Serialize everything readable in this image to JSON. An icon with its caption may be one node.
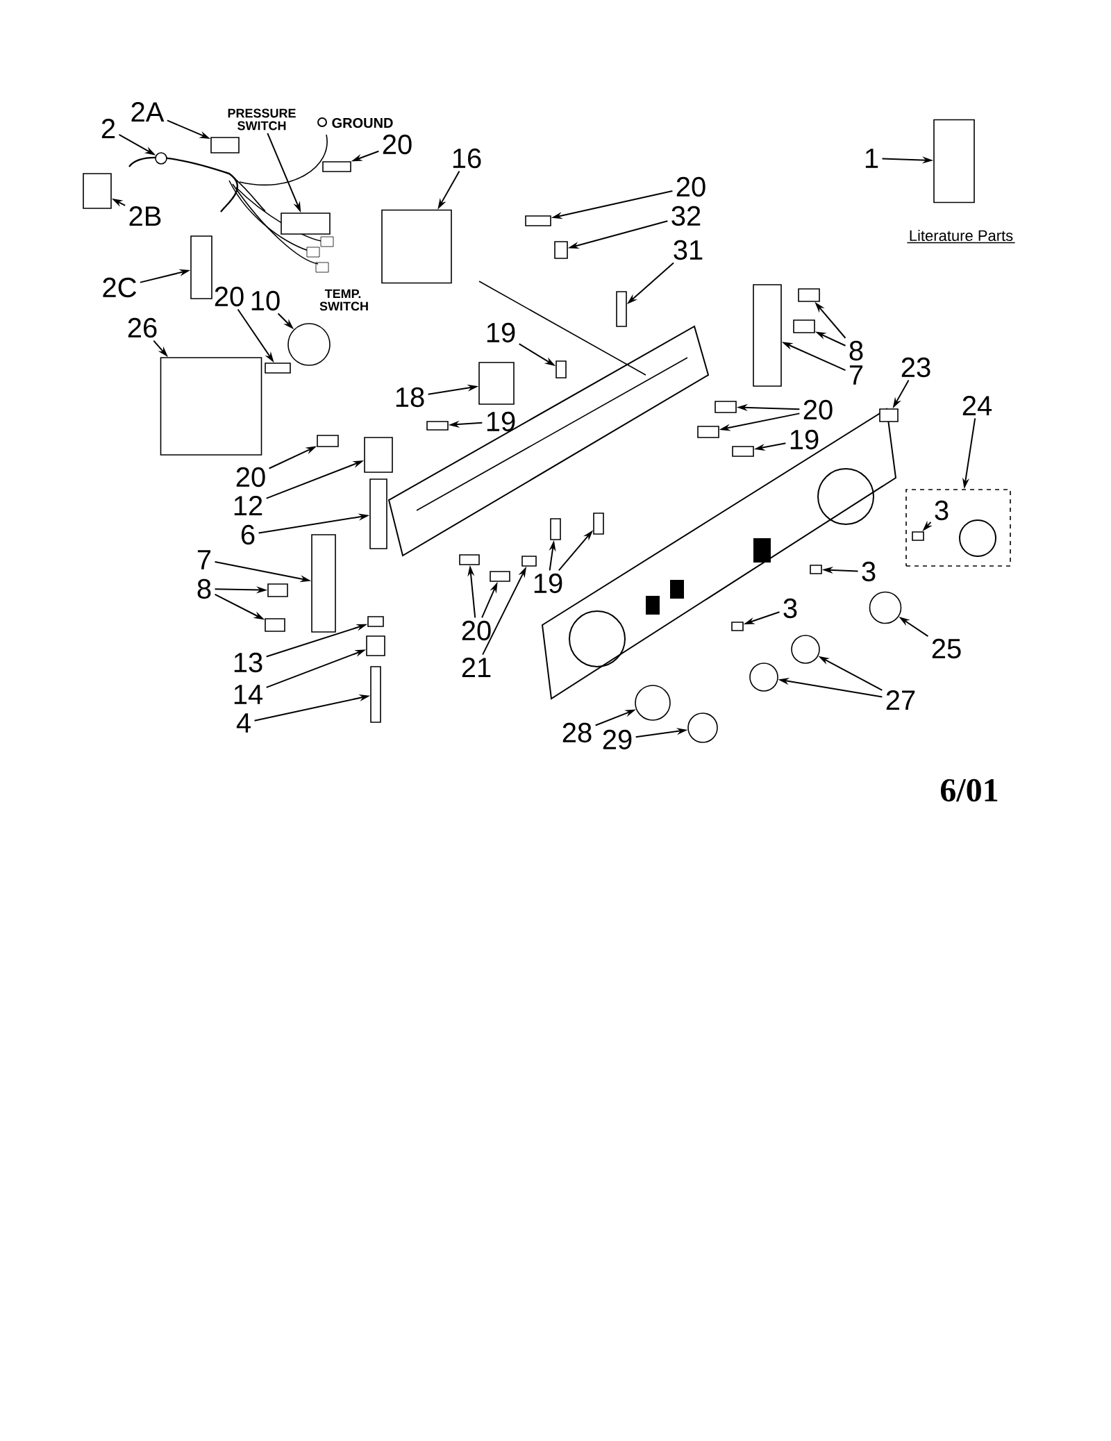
{
  "diagram": {
    "nodes": [
      {
        "text": [
          "2A"
        ]
      },
      {
        "text": [
          "2"
        ]
      },
      {
        "text": [
          "PRESSURE SWITCH"
        ]
      },
      {
        "text": [
          "20"
        ]
      },
      {
        "text": [
          "16"
        ]
      },
      {
        "text": [
          "1"
        ]
      },
      {
        "text": [
          "2B"
        ]
      },
      {
        "text": [
          "2C"
        ]
      },
      {
        "text": [
          "20"
        ]
      },
      {
        "text": [
          "32"
        ]
      },
      {
        "text": [
          "31"
        ]
      },
      {
        "text": [
          "20"
        ]
      },
      {
        "text": [
          "10"
        ]
      },
      {
        "text": [
          "26"
        ]
      },
      {
        "text": [
          "8"
        ]
      },
      {
        "text": [
          "7"
        ]
      },
      {
        "text": [
          "23"
        ]
      },
      {
        "text": [
          "24"
        ]
      },
      {
        "text": [
          "19"
        ]
      },
      {
        "text": [
          "18"
        ]
      },
      {
        "text": [
          "19"
        ]
      },
      {
        "text": [
          "20"
        ]
      },
      {
        "text": [
          "19"
        ]
      },
      {
        "text": [
          "20"
        ]
      },
      {
        "text": [
          "12"
        ]
      },
      {
        "text": [
          "6"
        ]
      },
      {
        "text": [
          "7"
        ]
      },
      {
        "text": [
          "8"
        ]
      },
      {
        "text": [
          "3"
        ],
        "in": 59
      },
      {
        "text": [
          "3"
        ]
      },
      {
        "text": [
          "3"
        ]
      },
      {
        "text": [
          "25"
        ]
      },
      {
        "text": [
          "13"
        ]
      },
      {
        "text": [
          "14"
        ]
      },
      {
        "text": [
          "4"
        ]
      },
      {
        "text": [
          "20"
        ]
      },
      {
        "text": [
          "21"
        ]
      },
      {
        "text": [
          "19"
        ]
      },
      {
        "text": [
          "27"
        ]
      },
      {
        "text": [
          "28"
        ]
      },
      {
        "text": [
          "29"
        ]
      },
      {
        "text": [],
        "shape": "box"
      },
      {
        "text": [],
        "shape": "circle"
      },
      {
        "text": [],
        "shape": "box"
      },
      {
        "text": [],
        "shape": "box"
      },
      {
        "text": [],
        "shape": "box"
      },
      {
        "text": [],
        "shape": "box"
      },
      {
        "text": [],
        "shape": "box"
      },
      {
        "text": [],
        "shape": "box"
      },
      {
        "text": [],
        "shape": "box"
      },
      {
        "text": [],
        "shape": "box"
      },
      {
        "text": [],
        "shape": "box"
      },
      {
        "text": [],
        "shape": "box"
      },
      {
        "text": [],
        "shape": "circle"
      },
      {
        "text": [],
        "shape": "box"
      },
      {
        "text": [],
        "shape": "box"
      },
      {
        "text": [],
        "shape": "box"
      },
      {
        "text": [],
        "shape": "box"
      },
      {
        "text": [],
        "shape": "box"
      },
      {
        "text": [],
        "shape": "box"
      },
      {
        "text": [],
        "shape": "box"
      },
      {
        "text": [],
        "shape": "box"
      },
      {
        "text": [],
        "shape": "box"
      },
      {
        "text": [],
        "shape": "box"
      },
      {
        "text": [],
        "shape": "box"
      },
      {
        "text": [],
        "shape": "box"
      },
      {
        "text": [],
        "shape": "box"
      },
      {
        "text": [],
        "shape": "box"
      },
      {
        "text": [],
        "shape": "box"
      },
      {
        "text": [],
        "shape": "box"
      },
      {
        "text": [],
        "shape": "box"
      },
      {
        "text": [],
        "shape": "box"
      },
      {
        "text": [],
        "shape": "box"
      },
      {
        "text": [],
        "shape": "box"
      },
      {
        "text": [],
        "shape": "circle"
      },
      {
        "text": [],
        "shape": "box"
      },
      {
        "text": [],
        "shape": "box"
      },
      {
        "text": [],
        "shape": "box"
      },
      {
        "text": [],
        "shape": "box"
      },
      {
        "text": [],
        "shape": "box"
      },
      {
        "text": [],
        "shape": "box"
      },
      {
        "text": [],
        "shape": "box"
      },
      {
        "text": [],
        "shape": "box"
      },
      {
        "text": [],
        "shape": "circle"
      },
      {
        "text": [],
        "shape": "circle"
      },
      {
        "text": [],
        "shape": "circle"
      },
      {
        "text": [],
        "shape": "circle"
      },
      {
        "text": [],
        "shape": "box",
        "in": 59
      }
    ],
    "edges": [
      {
        "from": 0,
        "to": 41,
        "arrow": "to"
      },
      {
        "from": 1,
        "to": 42,
        "arrow": "to"
      },
      {
        "from": 2,
        "to": 43,
        "arrow": "to"
      },
      {
        "from": 3,
        "to": 44,
        "arrow": "to"
      },
      {
        "from": 4,
        "to": 45,
        "arrow": "to"
      },
      {
        "from": 5,
        "to": 46,
        "arrow": "to"
      },
      {
        "from": 6,
        "to": 47,
        "arrow": "to"
      },
      {
        "from": 7,
        "to": 48,
        "arrow": "to"
      },
      {
        "from": 8,
        "to": 49,
        "arrow": "to"
      },
      {
        "from": 9,
        "to": 50,
        "arrow": "to"
      },
      {
        "from": 10,
        "to": 51,
        "arrow": "to"
      },
      {
        "from": 11,
        "to": 52,
        "arrow": "to"
      },
      {
        "from": 12,
        "to": 53,
        "arrow": "to"
      },
      {
        "from": 13,
        "to": 54,
        "arrow": "to"
      },
      {
        "from": 14,
        "to": 55,
        "arrow": "to"
      },
      {
        "from": 14,
        "to": 56,
        "arrow": "to"
      },
      {
        "from": 15,
        "to": 57,
        "arrow": "to"
      },
      {
        "from": 16,
        "to": 58,
        "arrow": "to"
      },
      {
        "from": 17,
        "to": 59,
        "arrow": "to"
      },
      {
        "from": 18,
        "to": 60,
        "arrow": "to"
      },
      {
        "from": 19,
        "to": 61,
        "arrow": "to"
      },
      {
        "from": 20,
        "to": 62,
        "arrow": "to"
      },
      {
        "from": 21,
        "to": 63,
        "arrow": "to"
      },
      {
        "from": 21,
        "to": 64,
        "arrow": "to"
      },
      {
        "from": 22,
        "to": 65,
        "arrow": "to"
      },
      {
        "from": 23,
        "to": 66,
        "arrow": "to"
      },
      {
        "from": 24,
        "to": 67,
        "arrow": "to"
      },
      {
        "from": 25,
        "to": 68,
        "arrow": "to"
      },
      {
        "from": 26,
        "to": 69,
        "arrow": "to"
      },
      {
        "from": 27,
        "to": 70,
        "arrow": "to"
      },
      {
        "from": 27,
        "to": 71,
        "arrow": "to"
      },
      {
        "from": 28,
        "to": 87,
        "arrow": "to"
      },
      {
        "from": 29,
        "to": 72,
        "arrow": "to"
      },
      {
        "from": 30,
        "to": 73,
        "arrow": "to"
      },
      {
        "from": 31,
        "to": 74,
        "arrow": "to"
      },
      {
        "from": 32,
        "to": 75,
        "arrow": "to"
      },
      {
        "from": 33,
        "to": 76,
        "arrow": "to"
      },
      {
        "from": 34,
        "to": 77,
        "arrow": "to"
      },
      {
        "from": 35,
        "to": 78,
        "arrow": "to"
      },
      {
        "from": 35,
        "to": 79,
        "arrow": "to"
      },
      {
        "from": 36,
        "to": 80,
        "arrow": "to"
      },
      {
        "from": 37,
        "to": 81,
        "arrow": "to"
      },
      {
        "from": 37,
        "to": 82,
        "arrow": "to"
      },
      {
        "from": 38,
        "to": 83,
        "arrow": "to"
      },
      {
        "from": 38,
        "to": 84,
        "arrow": "to"
      },
      {
        "from": 39,
        "to": 85,
        "arrow": "to"
      },
      {
        "from": 40,
        "to": 86,
        "arrow": "to"
      }
    ],
    "labels": [
      "GROUND",
      "Literature Parts",
      "TEMP. SWITCH",
      "6/01"
    ]
  }
}
